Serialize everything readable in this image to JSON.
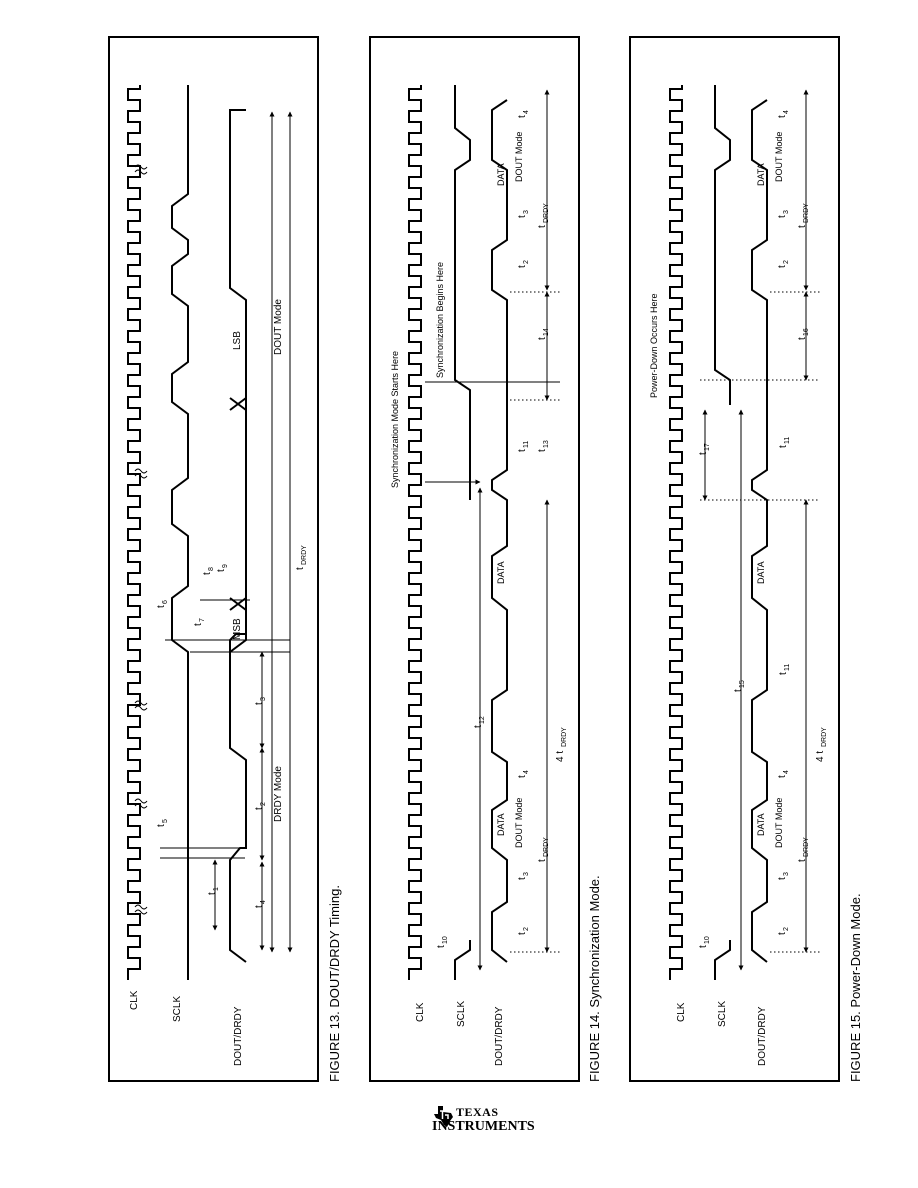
{
  "captions": {
    "fig13": "FIGURE 13. DOUT/DRDY Timing.",
    "fig14": "FIGURE 14. Synchronization Mode.",
    "fig15": "FIGURE 15. Power-Down Mode."
  },
  "signals": {
    "clk": "CLK",
    "sclk": "SCLK",
    "dout_drdy": "DOUT/DRDY"
  },
  "fig13": {
    "lsb": "LSB",
    "msb": "MSB",
    "dout_mode": "DOUT Mode",
    "drdy_mode": "DRDY Mode",
    "t_drdy": "t",
    "t_drdy_sub": "DRDY",
    "t1": "t",
    "t1_sub": "1",
    "t2": "t",
    "t2_sub": "2",
    "t3": "t",
    "t3_sub": "3",
    "t4": "t",
    "t4_sub": "4",
    "t5": "t",
    "t5_sub": "5",
    "t6": "t",
    "t6_sub": "6",
    "t7": "t",
    "t7_sub": "7",
    "t8": "t",
    "t8_sub": "8",
    "t9": "t",
    "t9_sub": "9"
  },
  "fig14": {
    "sync_starts": "Synchronization Mode Starts Here",
    "sync_begins": "Synchronization Begins Here",
    "data": "DATA",
    "dout_mode": "DOUT Mode",
    "t_drdy": "t",
    "t_drdy_sub": "DRDY",
    "four_t_drdy": "4 t",
    "t10_sub": "10",
    "t11_sub": "11",
    "t12_sub": "12",
    "t13_sub": "13",
    "t14_sub": "14"
  },
  "fig15": {
    "power_down": "Power-Down Occurs Here",
    "data": "DATA",
    "dout_mode": "DOUT Mode",
    "t_drdy": "t",
    "t_drdy_sub": "DRDY",
    "four_t_drdy": "4 t",
    "t15_sub": "15",
    "t16_sub": "16",
    "t17_sub": "17"
  },
  "logo": {
    "line1": "TEXAS",
    "line2": "INSTRUMENTS"
  }
}
